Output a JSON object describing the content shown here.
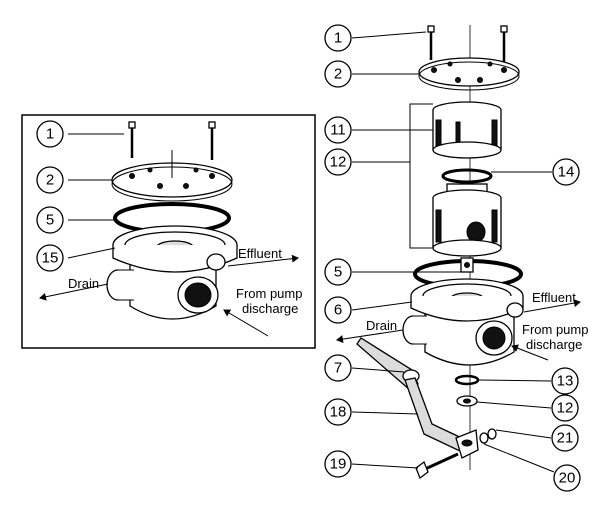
{
  "callouts_inset": [
    {
      "num": "1"
    },
    {
      "num": "2"
    },
    {
      "num": "5"
    },
    {
      "num": "15"
    }
  ],
  "callouts_main": [
    {
      "num": "1"
    },
    {
      "num": "2"
    },
    {
      "num": "11"
    },
    {
      "num": "12"
    },
    {
      "num": "14"
    },
    {
      "num": "5"
    },
    {
      "num": "6"
    },
    {
      "num": "7"
    },
    {
      "num": "13"
    },
    {
      "num": "18"
    },
    {
      "num": "12"
    },
    {
      "num": "21"
    },
    {
      "num": "19"
    },
    {
      "num": "20"
    }
  ],
  "labels_inset": {
    "effluent": "Effluent",
    "drain": "Drain",
    "pump_line1": "From pump",
    "pump_line2": "discharge"
  },
  "labels_main": {
    "effluent": "Effluent",
    "drain": "Drain",
    "pump_line1": "From pump",
    "pump_line2": "discharge"
  }
}
